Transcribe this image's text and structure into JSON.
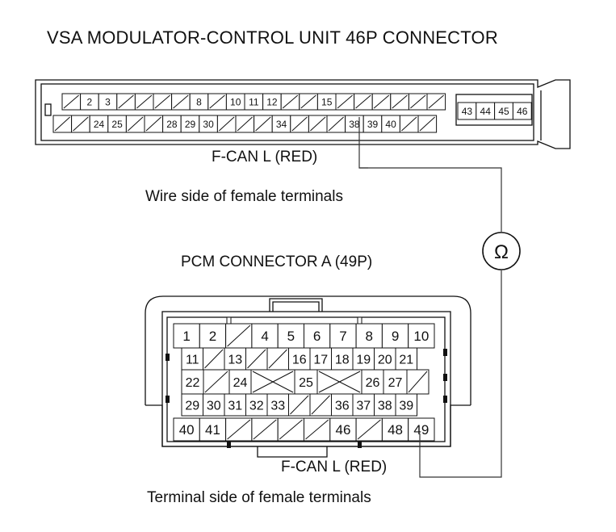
{
  "vsa": {
    "title": "VSA MODULATOR-CONTROL UNIT 46P CONNECTOR",
    "callout": "F-CAN L (RED)",
    "view": "Wire side of female terminals",
    "row1": [
      "/",
      "2",
      "3",
      "/",
      "/",
      "/",
      "/",
      "8",
      "/",
      "10",
      "11",
      "12",
      "/",
      "/",
      "15",
      "/",
      "/",
      "/",
      "/",
      "/",
      "/"
    ],
    "row2": [
      "/",
      "/",
      "24",
      "25",
      "/",
      "/",
      "28",
      "29",
      "30",
      "/",
      "/",
      "/",
      "34",
      "/",
      "/",
      "/",
      "38",
      "39",
      "40",
      "/",
      "/"
    ],
    "block": [
      "43",
      "44",
      "45",
      "46"
    ]
  },
  "meter": {
    "symbol": "Ω",
    "name": "ohmmeter"
  },
  "pcm": {
    "title": "PCM CONNECTOR A (49P)",
    "callout": "F-CAN L (RED)",
    "view": "Terminal side of female terminals",
    "row1": [
      "1",
      "2",
      "/",
      "4",
      "5",
      "6",
      "7",
      "8",
      "9",
      "10"
    ],
    "row2": [
      "11",
      "/",
      "13",
      "/",
      "/",
      "16",
      "17",
      "18",
      "19",
      "20",
      "21"
    ],
    "row3": [
      "22",
      "/",
      "24",
      "X",
      "25",
      "X",
      "26",
      "27",
      "/"
    ],
    "row4": [
      "29",
      "30",
      "31",
      "32",
      "33",
      "/",
      "/",
      "36",
      "37",
      "38",
      "39"
    ],
    "row5": [
      "40",
      "41",
      "/",
      "/",
      "/",
      "/",
      "46",
      "/",
      "48",
      "49"
    ]
  }
}
